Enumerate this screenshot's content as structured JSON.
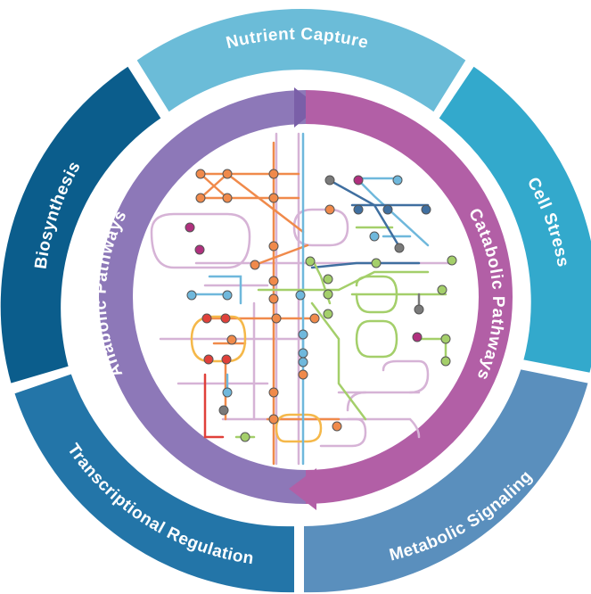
{
  "outer_ring": {
    "segments": [
      {
        "key": "nutrient",
        "label": "Nutrient Capture",
        "color": "#6bbcd8"
      },
      {
        "key": "stress",
        "label": "Cell Stress",
        "color": "#33a9cc"
      },
      {
        "key": "signaling",
        "label": "Metabolic Signaling",
        "color": "#5a8fbd"
      },
      {
        "key": "transcription",
        "label": "Transcriptional Regulation",
        "color": "#2375a8"
      },
      {
        "key": "biosynthesis",
        "label": "Biosynthesis",
        "color": "#0b5d8c"
      }
    ]
  },
  "inner_ring": {
    "anabolic_label": "Anabolic Pathways",
    "catabolic_label": "Catabolic Pathways",
    "anabolic_color": "#8d78b8",
    "catabolic_color": "#b25fa6"
  },
  "network_colors": {
    "orange": "#f08a4b",
    "blue": "#6fb8dc",
    "navy": "#3f6fa0",
    "lilac": "#d6b3d6",
    "green": "#a4cf6a",
    "red": "#e0403a",
    "gray": "#7a7a7a",
    "magenta": "#b0307e",
    "yellow": "#f5b84a"
  }
}
